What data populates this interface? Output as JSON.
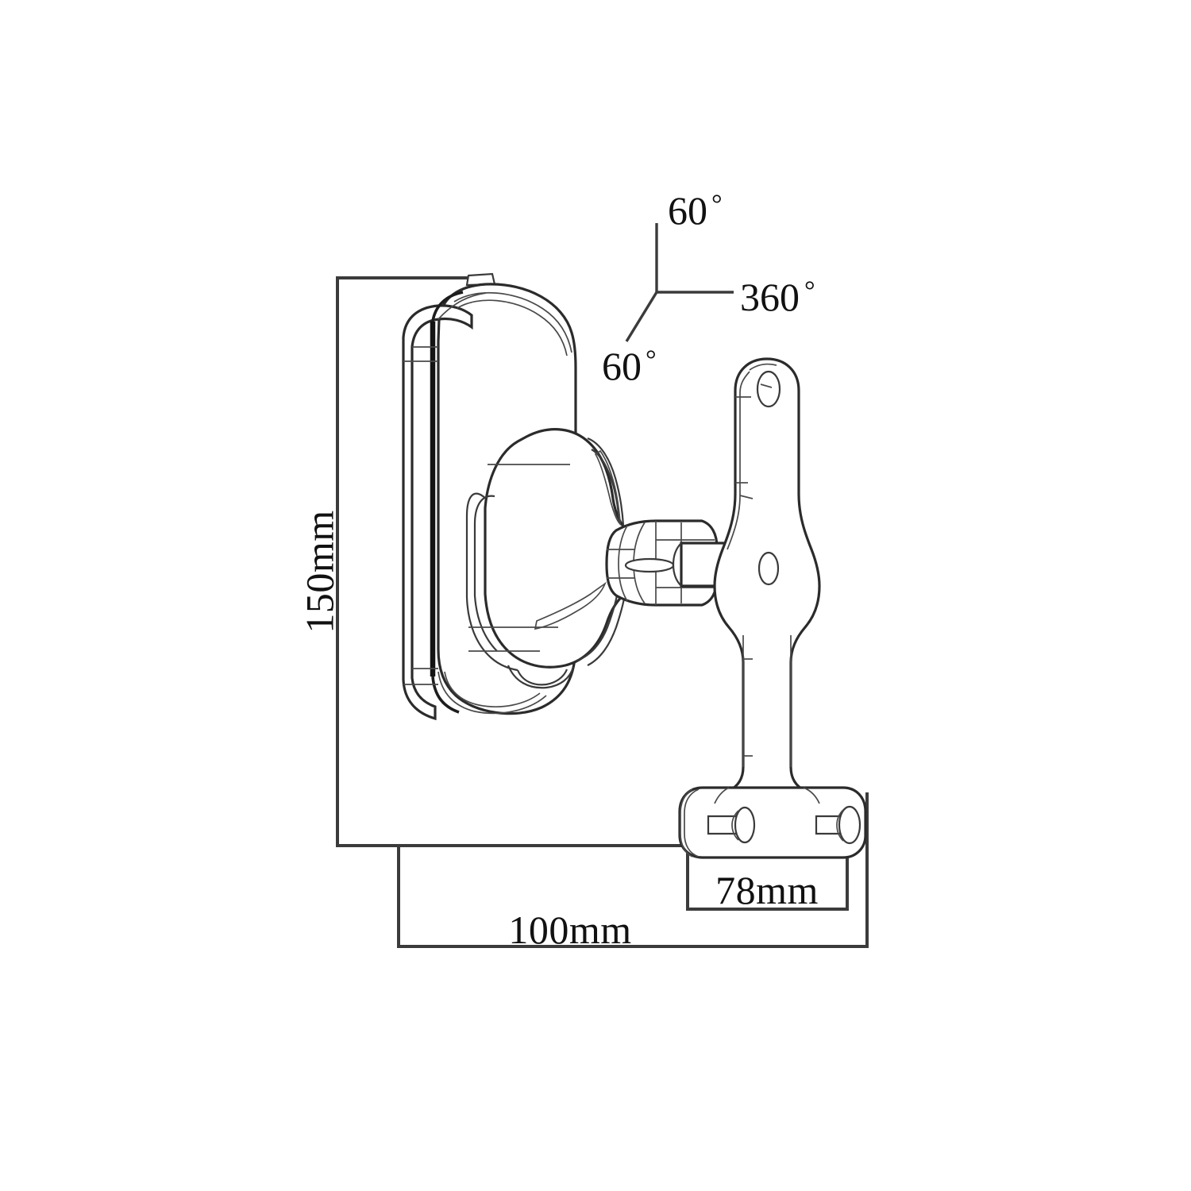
{
  "drawing": {
    "title": "Speaker wall mount bracket dimensional drawing",
    "background_color": "#ffffff",
    "line_color": "#2b2b2b",
    "dimension_line_color": "#3b3b3b",
    "text_color": "#111111"
  },
  "dimensions": {
    "height": {
      "label": "150mm",
      "orientation": "vertical",
      "value": 150,
      "unit": "mm"
    },
    "depth_total": {
      "label": "100mm",
      "orientation": "horizontal",
      "value": 100,
      "unit": "mm"
    },
    "base_width": {
      "label": "78mm",
      "orientation": "horizontal",
      "value": 78,
      "unit": "mm"
    }
  },
  "angles": {
    "tilt_up": {
      "label": "60",
      "degree_symbol": "°",
      "value": 60,
      "axis": "vertical-up"
    },
    "swivel": {
      "label": "360",
      "degree_symbol": "°",
      "value": 360,
      "axis": "horizontal-right"
    },
    "tilt_down": {
      "label": "60",
      "degree_symbol": "°",
      "value": 60,
      "axis": "diagonal-down-left"
    }
  },
  "parts": {
    "speaker_body": "speaker-enclosure",
    "knob": "three-lobe-adjustment-knob",
    "hub": "knurled-threaded-hub",
    "bracket_arm": "wall-bracket-arm",
    "bracket_base": "wall-bracket-base-plate",
    "mounting_hole_top": "bracket-top-mounting-hole",
    "mounting_hole_mid": "bracket-mid-mounting-hole",
    "bolt_left": "base-bolt-left",
    "bolt_right": "base-bolt-right",
    "top_nub": "speaker-top-nub"
  }
}
